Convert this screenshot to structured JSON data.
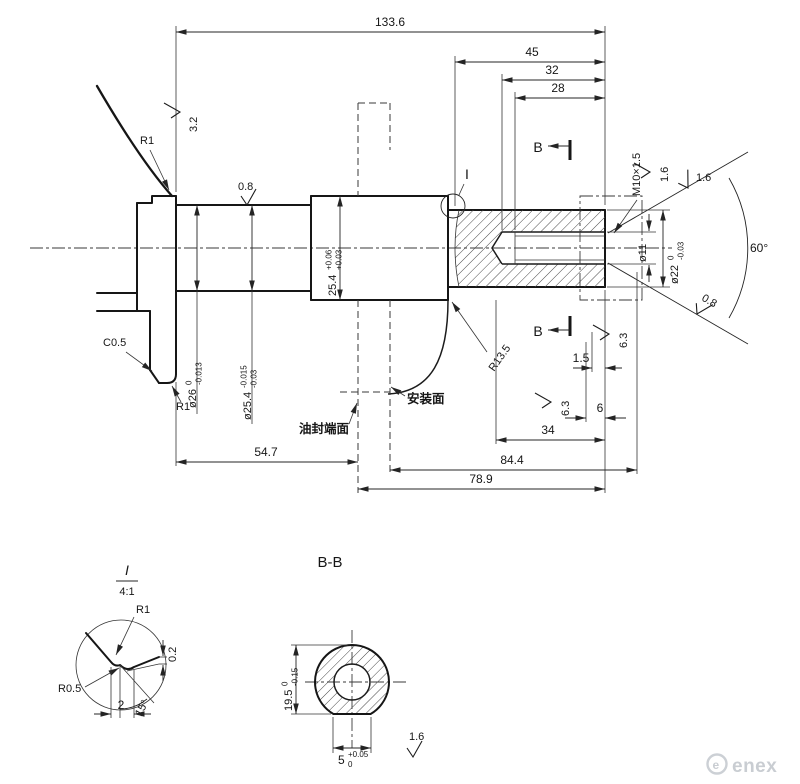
{
  "drawing": {
    "dims": {
      "overall": "133.6",
      "d45": "45",
      "d32": "32",
      "d28": "28",
      "d547": "54.7",
      "d844": "84.4",
      "d789": "78.9",
      "d34": "34",
      "d6": "6",
      "d15": "1.5",
      "d2": "2",
      "d02": "0.2",
      "a60": "60°",
      "a15": "15°"
    },
    "callouts": {
      "d26": {
        "main": "ø26",
        "sup": "0",
        "sub": "-0.013"
      },
      "d254": {
        "main": "ø25.4",
        "sup": "-0.015",
        "sub": "-0.03"
      },
      "w254": {
        "main": "25.4",
        "sup": "+0.06",
        "sub": "+0.03"
      },
      "d22": {
        "main": "ø22",
        "sup": "0",
        "sub": "-0.03"
      },
      "d11": "ø11",
      "thread": "M10×1.5",
      "h195": {
        "main": "19.5",
        "sup": "0",
        "sub": "-0.15"
      },
      "w5": {
        "main": "5",
        "sup": "+0.05",
        "sub": "0"
      },
      "r1": "R1",
      "r05": "R0.5",
      "r135": "R13.5",
      "c05": "C0.5"
    },
    "finish": {
      "f32": "3.2",
      "f08": "0.8",
      "f16": "1.6",
      "f63": "6.3"
    },
    "labels": {
      "oil_seal_face": "油封端面",
      "mounting_face": "安装面",
      "section_name": "B-B",
      "section_letter": "B",
      "detail_letter": "I",
      "detail_scale": "4:1"
    },
    "watermark": "enex",
    "watermark_logo": "e"
  }
}
